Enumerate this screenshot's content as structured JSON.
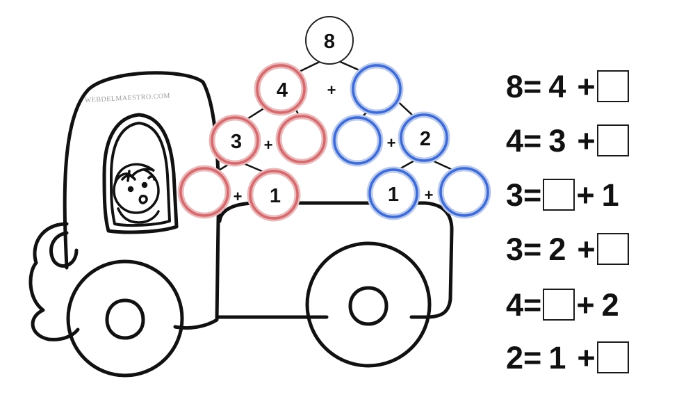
{
  "watermark": "WEBDELMAESTRO.COM",
  "colors": {
    "red_ring": "#d9797c",
    "blue_ring": "#4f78d6",
    "ink": "#111111"
  },
  "pyramid": {
    "top": "8",
    "left": {
      "top": "4",
      "mid_left": "3",
      "mid_right": "",
      "bottom_left": "",
      "bottom_right": "1"
    },
    "right": {
      "top": "",
      "mid_left": "",
      "mid_right": "2",
      "bottom_left": "1",
      "bottom_right": ""
    },
    "plus": "+"
  },
  "equations": [
    {
      "lhs": "8=",
      "a": "4",
      "op": "+",
      "b": ""
    },
    {
      "lhs": "4=",
      "a": "3",
      "op": "+",
      "b": ""
    },
    {
      "lhs": "3=",
      "a": "",
      "op": "+",
      "b": "1"
    },
    {
      "lhs": "3=",
      "a": "2",
      "op": "+",
      "b": ""
    },
    {
      "lhs": "4=",
      "a": "",
      "op": "+",
      "b": "2"
    },
    {
      "lhs": "2=",
      "a": "1",
      "op": "+",
      "b": ""
    }
  ]
}
